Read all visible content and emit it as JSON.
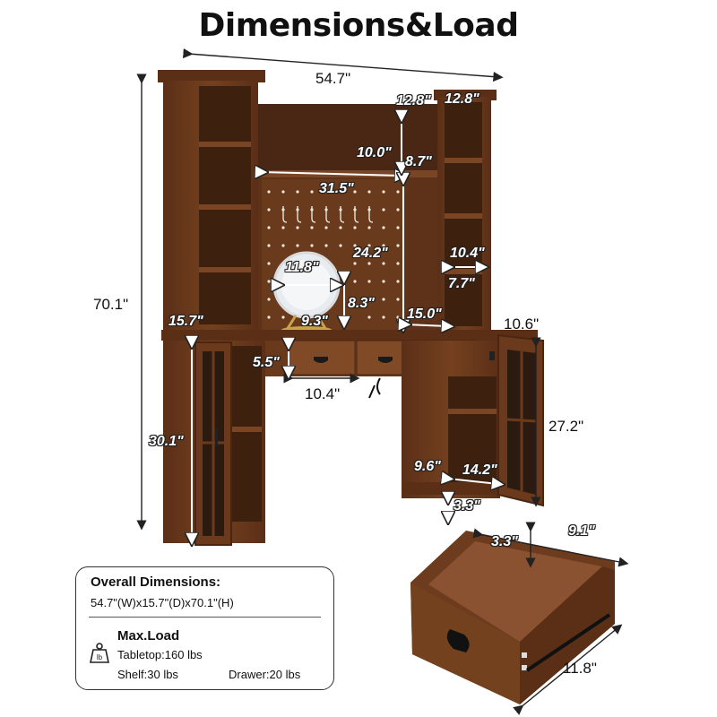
{
  "title": "Dimensions&Load",
  "dimensions": {
    "overall_width": "54.7\"",
    "height_total": "70.1\"",
    "hutch_side_width": "12.8\"",
    "hutch_side_width_2": "12.8\"",
    "top_shelf_height": "10.0\"",
    "top_shelf_depth": "8.7\"",
    "inner_width": "31.5\"",
    "pegboard_height": "24.2\"",
    "mirror_width": "11.8\"",
    "mirror_height": "8.3\"",
    "mirror_base": "9.3\"",
    "side_shelf_height": "10.4\"",
    "side_shelf_depth": "7.7\"",
    "desk_depth_left": "15.7\"",
    "gap_width": "15.0\"",
    "door_width": "10.6\"",
    "drawer_height": "5.5\"",
    "drawer_width": "10.4\"",
    "desk_height": "30.1\"",
    "cabinet_height": "27.2\"",
    "cabinet_shelf_depth": "9.6\"",
    "cabinet_width": "14.2\"",
    "plinth_height": "3.3\"",
    "drawer_inner_height": "3.3\"",
    "drawer_depth": "9.1\"",
    "drawer_inner_width": "11.8\""
  },
  "info": {
    "overall_heading": "Overall Dimensions:",
    "overall_value": "54.7\"(W)x15.7\"(D)x70.1\"(H)",
    "load_heading": "Max.Load",
    "weight_icon": "lb",
    "tabletop": "Tabletop:160 lbs",
    "shelf": "Shelf:30 lbs",
    "drawer": "Drawer:20 lbs"
  },
  "colors": {
    "wood": "#6b3a1f",
    "wood_dark": "#4a2612",
    "wood_light": "#8a5330"
  }
}
